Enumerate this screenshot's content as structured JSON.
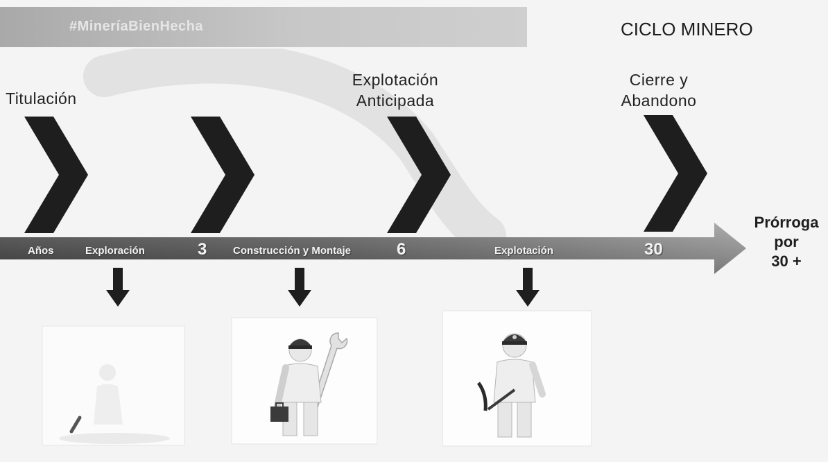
{
  "header": {
    "hashtag": "#MineríaBienHecha",
    "title": "CICLO MINERO"
  },
  "stages": {
    "titulacion": "Titulación",
    "explotacion_anticipada_line1": "Explotación",
    "explotacion_anticipada_line2": "Anticipada",
    "cierre_line1": "Cierre y",
    "cierre_line2": "Abandono"
  },
  "timeline": {
    "years_label": "Años",
    "phase_exploration": "Exploración",
    "year_3": "3",
    "phase_construction": "Construcción y Montaje",
    "year_6": "6",
    "phase_exploitation": "Explotación",
    "year_30": "30"
  },
  "extension": {
    "line1": "Prórroga",
    "line2": "por",
    "line3": "30 +"
  },
  "colors": {
    "chevron": "#1e1e1e",
    "bar_dark": "#4a4a4a",
    "bar_light": "#8a8a8a",
    "header_band": "#b5b5b5"
  },
  "icons": {
    "figure_exploration": "explorer-figure-icon",
    "figure_construction": "construction-worker-icon",
    "figure_exploitation": "miner-pickaxe-icon"
  }
}
